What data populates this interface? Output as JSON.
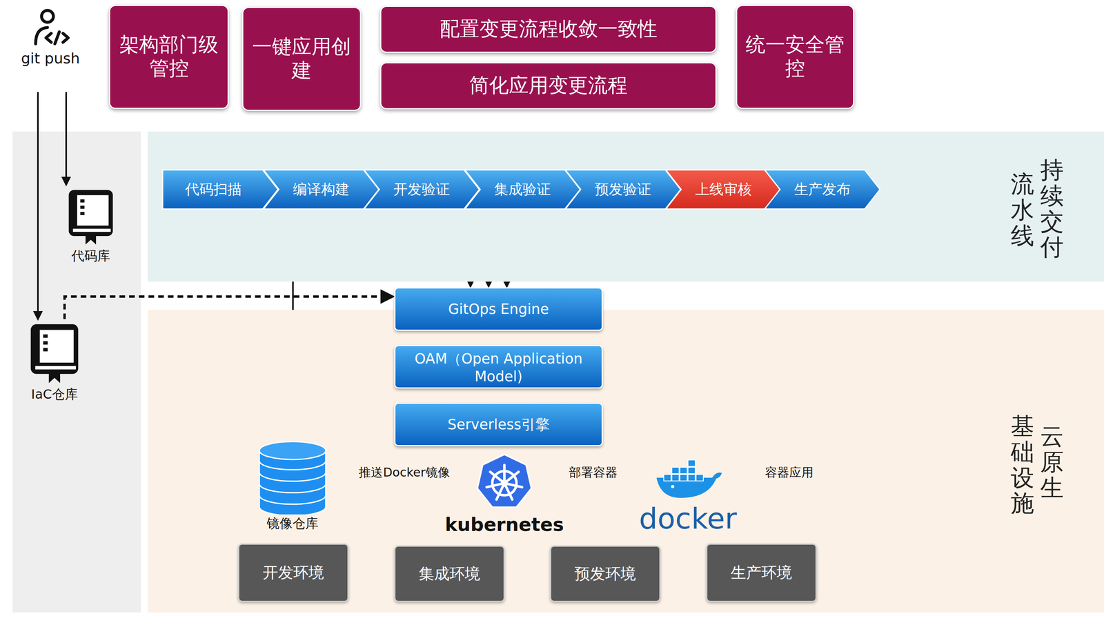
{
  "diagram": {
    "nodes": [
      {
        "text": [
          "架构部门级管控"
        ]
      },
      {
        "text": [
          "一键应用创建"
        ]
      },
      {
        "text": [
          "配置变更流程收敛一致性"
        ]
      },
      {
        "text": [
          "简化应用变更流程"
        ]
      },
      {
        "text": [
          "统一安全管控"
        ]
      },
      {
        "text": [
          "git push"
        ]
      },
      {
        "text": [
          "代码库"
        ]
      },
      {
        "text": [
          "IaC仓库"
        ]
      },
      {
        "text": [
          "持续交付",
          "流水线"
        ]
      },
      {
        "text": [
          "代码扫描"
        ],
        "in": 8
      },
      {
        "text": [
          "编译构建"
        ],
        "in": 8
      },
      {
        "text": [
          "开发验证"
        ],
        "in": 8
      },
      {
        "text": [
          "集成验证"
        ],
        "in": 8
      },
      {
        "text": [
          "预发验证"
        ],
        "in": 8
      },
      {
        "text": [
          "上线审核"
        ],
        "in": 8
      },
      {
        "text": [
          "生产发布"
        ],
        "in": 8
      },
      {
        "text": [
          "云原生",
          "基础设施"
        ]
      },
      {
        "text": [
          "GitOps Engine"
        ],
        "in": 16
      },
      {
        "text": [
          "OAM（Open Application Model)"
        ],
        "in": 16
      },
      {
        "text": [
          "Serverless引擎"
        ],
        "in": 16
      },
      {
        "text": [
          "镜像仓库"
        ],
        "in": 16
      },
      {
        "text": [
          "kubernetes"
        ],
        "in": 16
      },
      {
        "text": [
          "docker"
        ],
        "in": 16
      },
      {
        "text": [
          "开发环境"
        ],
        "in": 16
      },
      {
        "text": [
          "集成环境"
        ],
        "in": 16
      },
      {
        "text": [
          "预发环境"
        ],
        "in": 16
      },
      {
        "text": [
          "生产环境"
        ],
        "in": 16
      }
    ],
    "edges": [
      {
        "from": 5,
        "to": 6,
        "arrow": "to"
      },
      {
        "from": 5,
        "to": 7,
        "arrow": "to"
      },
      {
        "from": 7,
        "to": 17,
        "arrow": "to"
      },
      {
        "from": 10,
        "to": 20,
        "arrow": "to"
      },
      {
        "from": 11,
        "to": 17,
        "arrow": "to"
      },
      {
        "from": 12,
        "to": 17,
        "arrow": "to"
      },
      {
        "from": 13,
        "to": 17,
        "arrow": "to"
      },
      {
        "from": 15,
        "to": 17,
        "arrow": "to"
      },
      {
        "from": 20,
        "to": 21,
        "label": "推送Docker镜像",
        "arrow": "to"
      },
      {
        "from": 21,
        "to": 22,
        "label": "部署容器",
        "arrow": "to"
      }
    ],
    "labels": [
      "容器应用"
    ]
  }
}
